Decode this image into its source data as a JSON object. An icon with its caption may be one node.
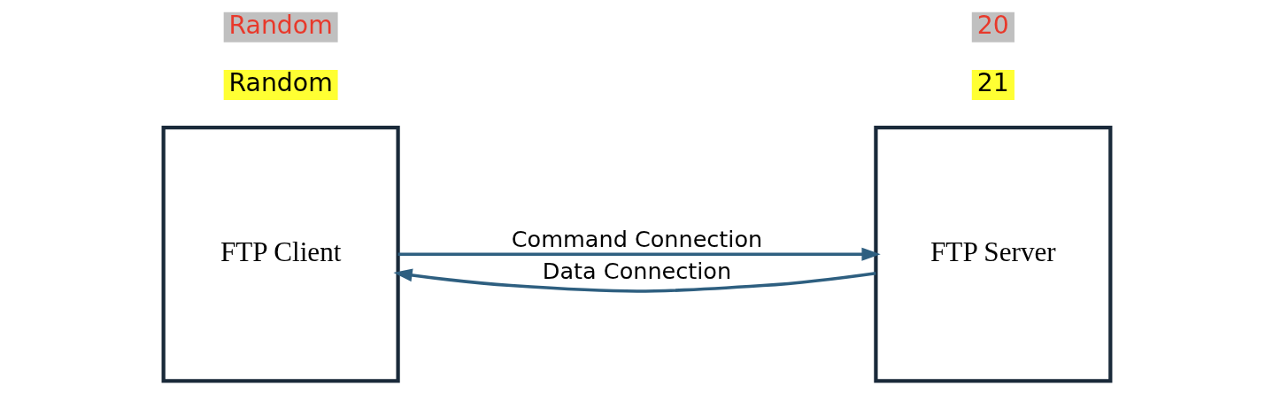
{
  "diagram": {
    "nodes": [
      {
        "text": [
          "FTP Client"
        ]
      },
      {
        "text": [
          "FTP Server"
        ]
      }
    ],
    "edges": [
      {
        "from": 0,
        "to": 1,
        "arrow": "to",
        "label": "Command Connection"
      },
      {
        "from": 1,
        "to": 0,
        "arrow": "to",
        "label": "Data Connection"
      }
    ],
    "labels": [
      "Random",
      "21",
      "Random",
      "20"
    ]
  }
}
